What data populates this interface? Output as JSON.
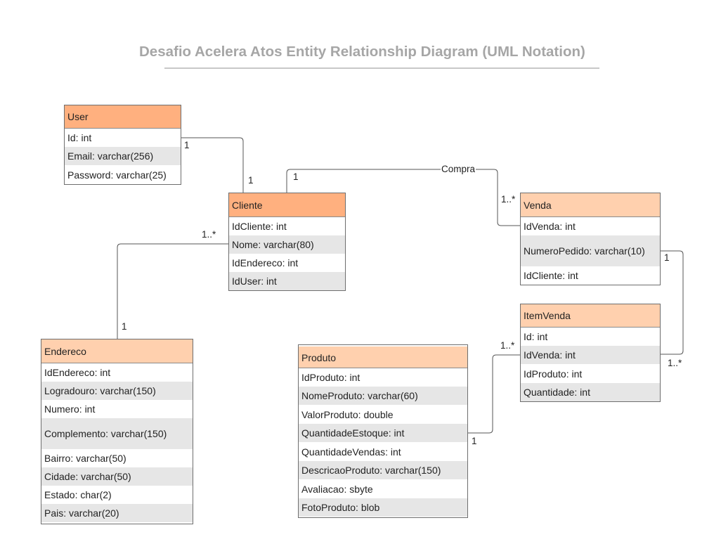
{
  "title": "Desafio Acelera Atos Entity Relationship Diagram (UML Notation)",
  "entities": {
    "user": {
      "name": "User",
      "attributes": [
        "Id: int",
        "Email: varchar(256)",
        "Password:  varchar(25)"
      ]
    },
    "cliente": {
      "name": "Cliente",
      "attributes": [
        "IdCliente: int",
        "Nome: varchar(80)",
        "IdEndereco: int",
        "IdUser: int"
      ]
    },
    "venda": {
      "name": "Venda",
      "attributes": [
        "IdVenda: int",
        "NumeroPedido: varchar(10)",
        "IdCliente: int"
      ]
    },
    "itemvenda": {
      "name": "ItemVenda",
      "attributes": [
        "Id: int",
        "IdVenda: int",
        "IdProduto: int",
        "Quantidade: int"
      ]
    },
    "endereco": {
      "name": "Endereco",
      "attributes": [
        "IdEndereco: int",
        "Logradouro: varchar(150)",
        "Numero: int",
        "Complemento: varchar(150)",
        "Bairro: varchar(50)",
        "Cidade: varchar(50)",
        "Estado: char(2)",
        "Pais: varchar(20)"
      ]
    },
    "produto": {
      "name": "Produto",
      "attributes": [
        "IdProduto: int",
        "NomeProduto: varchar(60)",
        "ValorProduto: double",
        "QuantidadeEstoque: int",
        "QuantidadeVendas: int",
        "DescricaoProduto: varchar(150)",
        "Avaliacao: sbyte",
        "FotoProduto: blob"
      ]
    }
  },
  "relationships": {
    "user_cliente": {
      "from_mult": "1",
      "to_mult": "1"
    },
    "cliente_venda": {
      "label": "Compra",
      "from_mult": "1",
      "to_mult": "1..*"
    },
    "cliente_endereco": {
      "from_mult": "1..*",
      "to_mult": "1"
    },
    "venda_itemvenda": {
      "from_mult": "1",
      "to_mult": "1..*"
    },
    "produto_itemvenda": {
      "from_mult": "1",
      "to_mult": "1..*"
    }
  },
  "colors": {
    "header_dark": "#ffb07f",
    "header_light": "#ffd0ae",
    "row_alt": "#e6e6e6",
    "title": "#a6a6a6"
  }
}
